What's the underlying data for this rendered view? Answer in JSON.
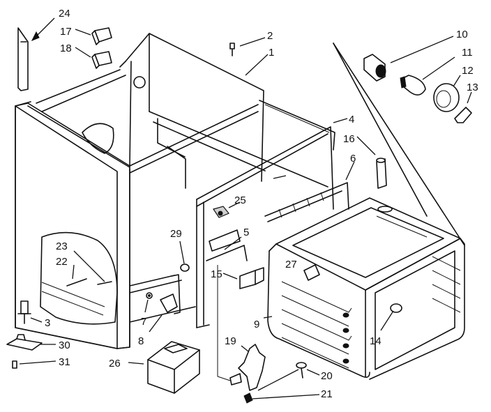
{
  "callouts": {
    "c1": "1",
    "c2": "2",
    "c3": "3",
    "c4": "4",
    "c5": "5",
    "c6": "6",
    "c7": "7",
    "c8": "8",
    "c9": "9",
    "c10": "10",
    "c11": "11",
    "c12": "12",
    "c13": "13",
    "c14": "14",
    "c15": "15",
    "c16": "16",
    "c17": "17",
    "c18": "18",
    "c19": "19",
    "c20": "20",
    "c21": "21",
    "c22": "22",
    "c23": "23",
    "c24": "24",
    "c25": "25",
    "c26": "26",
    "c27": "27",
    "c29": "29",
    "c30": "30",
    "c31": "31"
  },
  "colors": {
    "line": "#111111",
    "background": "#ffffff"
  }
}
